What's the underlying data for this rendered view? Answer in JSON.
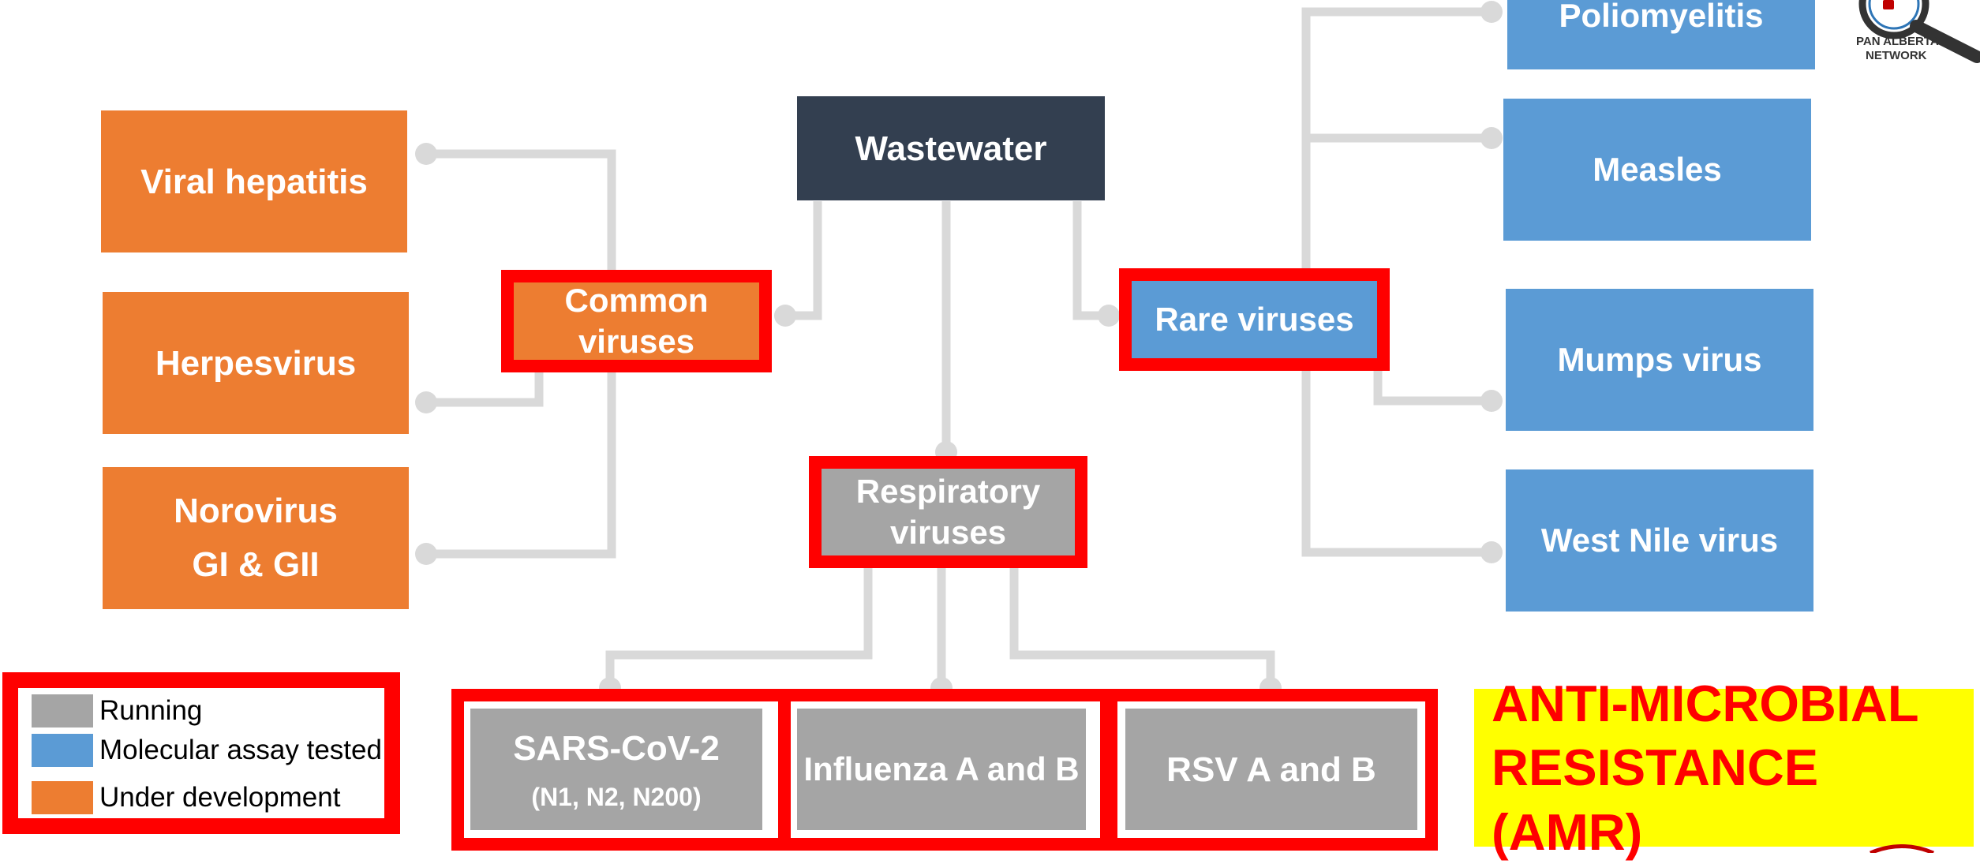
{
  "root": {
    "label": "Wastewater",
    "color": "#333f50"
  },
  "categories": {
    "common": {
      "label": "Common viruses",
      "line1": "Common",
      "line2": "viruses"
    },
    "respiratory": {
      "label": "Respiratory viruses",
      "line1": "Respiratory",
      "line2": "viruses"
    },
    "rare": {
      "label": "Rare viruses"
    }
  },
  "common_viruses": {
    "viral_hepatitis": "Viral hepatitis",
    "herpesvirus": "Herpesvirus",
    "norovirus_line1": "Norovirus",
    "norovirus_line2": "GI & GII"
  },
  "respiratory_viruses": {
    "sars_name": "SARS-CoV-2",
    "sars_targets": "(N1, N2, N200)",
    "influenza": "Influenza A and B",
    "rsv": "RSV A and B"
  },
  "rare_viruses": {
    "polio": "Poliomyelitis",
    "measles": "Measles",
    "mumps": "Mumps virus",
    "west_nile": "West Nile virus"
  },
  "legend": [
    {
      "label": "Running",
      "color": "#a5a5a5"
    },
    {
      "label": "Molecular assay tested",
      "color": "#5b9bd5"
    },
    {
      "label": "Under development",
      "color": "#ed7d31"
    }
  ],
  "amr": {
    "line1": "ANTI-MICROBIAL",
    "line2": "RESISTANCE (AMR)"
  },
  "logo": {
    "line1": "PAN ALBERTA",
    "line2": "NETWORK"
  },
  "colors": {
    "running": "#a5a5a5",
    "tested": "#5b9bd5",
    "development": "#ed7d31",
    "highlight": "#ff0000",
    "connector": "#d9d9d9",
    "amr_background": "#ffff00"
  }
}
